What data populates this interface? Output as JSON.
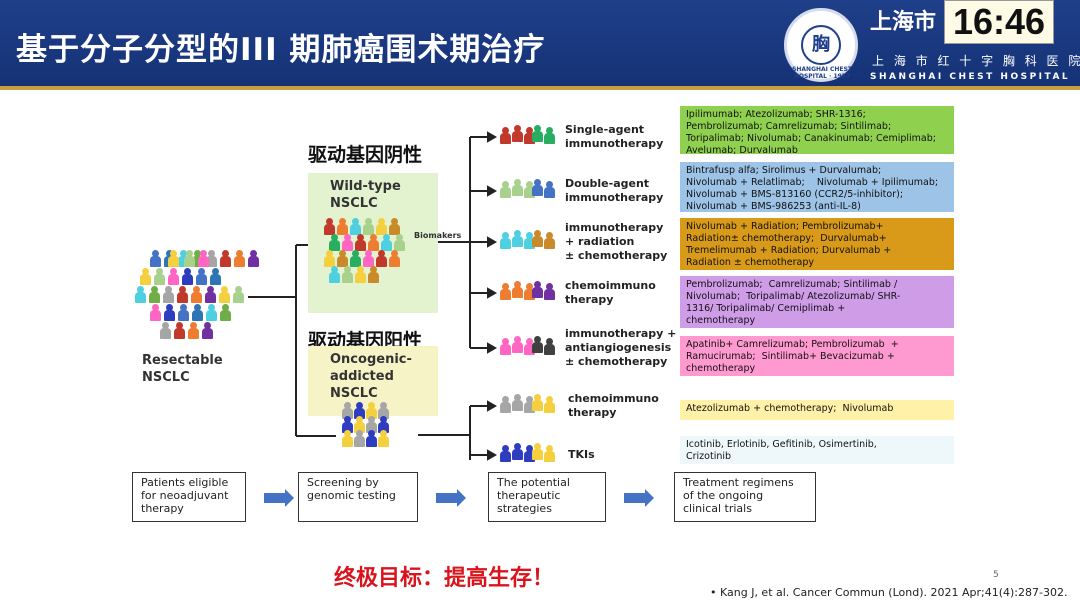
{
  "header": {
    "title": "基于分子分型的III 期肺癌围术期治疗",
    "logo_text": "胸",
    "logo_ring": "SHANGHAI CHEST HOSPITAL · 1957",
    "hospital_cn_line1": "上海市",
    "hospital_cn_line2": "上 海 市 红 十 字 胸 科 医 院",
    "hospital_en": "SHANGHAI  CHEST  HOSPITAL",
    "clock": "16:46"
  },
  "left": {
    "population_label": "Resectable\nNSCLC",
    "neg_cn": "驱动基因阴性",
    "neg_en": "Wild-type\nNSCLC",
    "pos_cn": "驱动基因阳性",
    "pos_en": "Oncogenic-\naddicted\nNSCLC",
    "biomarkers": "Biomakers"
  },
  "therapies": [
    {
      "label": "Single-agent\nimmunotherapy",
      "regimen": "Ipilimumab; Atezolizumab; SHR-1316;\nPembrolizumab; Camrelizumab; Sintilimab;\nToripalimab; Nivolumab; Canakinumab; Cemiplimab;\nAvelumab; Durvalumab",
      "color": "#8fd14f",
      "icon_color": "#c0392b",
      "icon_color2": "#27ae60"
    },
    {
      "label": "Double-agent\nimmunotherapy",
      "regimen": "Bintrafusp alfa; Sirolimus + Durvalumab;\nNivolumab + Relatlimab;    Nivolumab + Ipilimumab;\nNivolumab + BMS-813160 (CCR2/5-inhibitor);\nNivolumab + BMS-986253 (anti-IL-8)",
      "color": "#9dc3e6",
      "icon_color": "#a9d18e",
      "icon_color2": "#4472c4"
    },
    {
      "label": "immunotherapy\n+ radiation\n± chemotherapy",
      "regimen": "Nivolumab + Radiation; Pembrolizumab+\nRadiation± chemotherapy;  Durvalumab+\nTremelimumab + Radiation; Durvalumab +\nRadiation ± chemotherapy",
      "color": "#d89a18",
      "icon_color": "#4fd0e0",
      "icon_color2": "#c98a2a"
    },
    {
      "label": "chemoimmuno\ntherapy",
      "regimen": "Pembrolizumab;  Camrelizumab; Sintilimab /\nNivolumab;  Toripalimab/ Atezolizumab/ SHR-\n1316/ Toripalimab/ Cemiplimab +\nchemotherapy",
      "color": "#cf9ce8",
      "icon_color": "#ed7d31",
      "icon_color2": "#7030a0"
    },
    {
      "label": "immunotherapy +\nantiangiogenesis\n± chemotherapy",
      "regimen": "Apatinib+ Camrelizumab; Pembrolizumab  +\nRamucirumab;  Sintilimab+ Bevacizumab +\nchemotherapy",
      "color": "#ff9ad1",
      "icon_color": "#ff66c4",
      "icon_color2": "#404040"
    },
    {
      "label": "chemoimmuno\ntherapy",
      "regimen": "Atezolizumab + chemotherapy;  Nivolumab",
      "color": "#fff2a8",
      "icon_color": "#a6a6a6",
      "icon_color2": "#f4d03f"
    },
    {
      "label": "TKIs",
      "regimen": "Icotinib, Erlotinib, Gefitinib, Osimertinib,\nCrizotinib",
      "color": "#eef8fb",
      "icon_color": "#2e3cc0",
      "icon_color2": "#f4d03f"
    }
  ],
  "steps": [
    "Patients eligible\nfor neoadjuvant\ntherapy",
    "Screening by\ngenomic testing",
    "The potential\ntherapeutic\nstrategies",
    "Treatment regimens\nof the ongoing\nclinical trials"
  ],
  "goal": "终极目标：提高生存！",
  "citation": "•      Kang J,  et al. Cancer Commun (Lond). 2021 Apr;41(4):287-302.",
  "page_number": "5"
}
